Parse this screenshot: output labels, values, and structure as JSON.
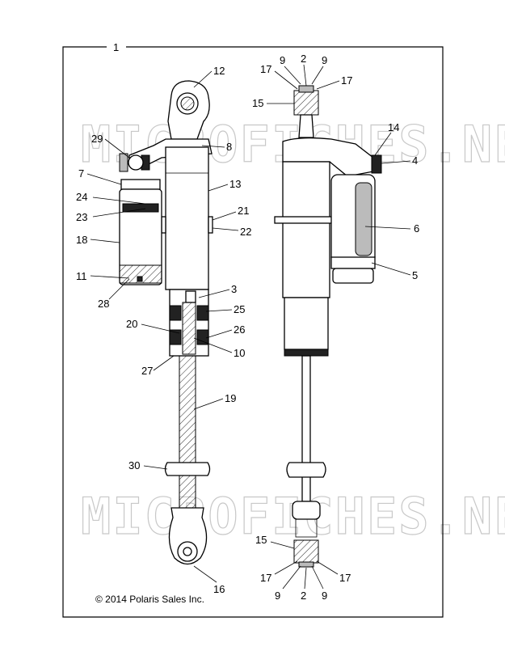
{
  "diagram": {
    "title_callout": "1",
    "copyright": "© 2014 Polaris Sales Inc.",
    "watermark": "MICROFICHES.NET",
    "callouts": {
      "c12": "12",
      "c8": "8",
      "c29": "29",
      "c7": "7",
      "c13": "13",
      "c24": "24",
      "c23": "23",
      "c21": "21",
      "c22": "22",
      "c18": "18",
      "c11": "11",
      "c28": "28",
      "c3": "3",
      "c25": "25",
      "c20": "20",
      "c26": "26",
      "c10": "10",
      "c27": "27",
      "c19": "19",
      "c30": "30",
      "c16": "16",
      "r17a": "17",
      "r9a": "9",
      "r2a": "2",
      "r9b": "9",
      "r17b": "17",
      "r15a": "15",
      "r14": "14",
      "r4": "4",
      "r6": "6",
      "r5": "5",
      "r15b": "15",
      "r17c": "17",
      "r9c": "9",
      "r2b": "2",
      "r9d": "9",
      "r17d": "17"
    }
  }
}
